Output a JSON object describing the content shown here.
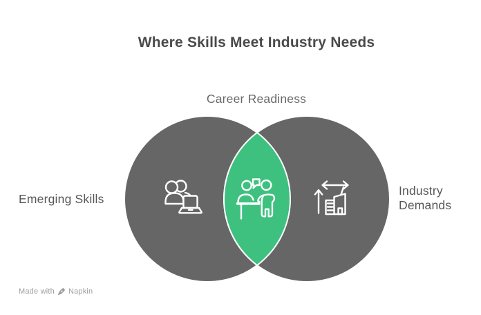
{
  "title": "Where Skills Meet Industry Needs",
  "venn": {
    "intersection_label": "Career Readiness",
    "left_label": "Emerging Skills",
    "right_label": "Industry\nDemands",
    "left_icon": "people-laptop-icon",
    "intersection_icon": "interview-meeting-icon",
    "right_icon": "industry-building-arrows-icon"
  },
  "colors": {
    "background": "#ffffff",
    "circle_fill": "#666666",
    "circle_stroke": "#ffffff",
    "intersection_fill": "#3ec07f",
    "title_color": "#4a4a4a",
    "intersection_label_color": "#686868",
    "side_label_color": "#575757",
    "icon_stroke": "#ffffff",
    "watermark_color": "#9e9e9e"
  },
  "watermark": {
    "prefix": "Made with",
    "brand": "Napkin",
    "icon": "pen-nib-icon"
  }
}
